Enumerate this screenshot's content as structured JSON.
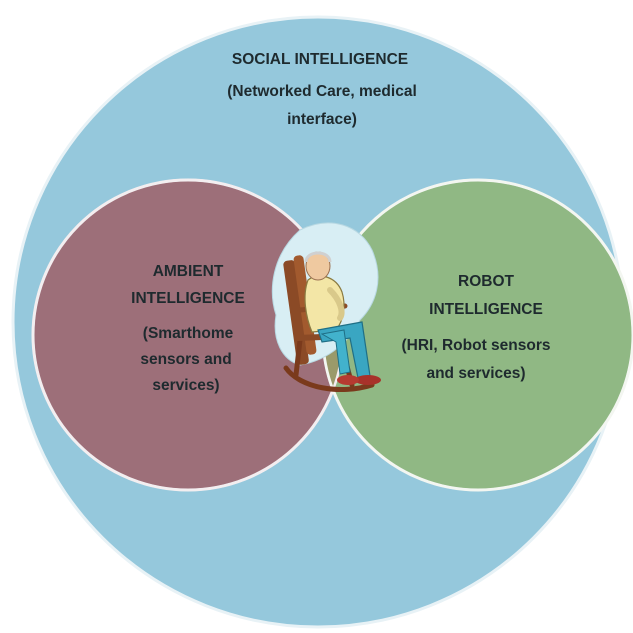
{
  "diagram": {
    "outer": {
      "title": "SOCIAL INTELLIGENCE",
      "subtitle_lines": [
        "(Networked Care, medical",
        "interface)"
      ],
      "color": "#95c8dc"
    },
    "left": {
      "title_lines": [
        "AMBIENT",
        "INTELLIGENCE"
      ],
      "subtitle_lines": [
        "(Smarthome",
        "sensors and",
        "services)"
      ],
      "color": "#9d6f79"
    },
    "right": {
      "title_lines": [
        "ROBOT",
        "INTELLIGENCE"
      ],
      "subtitle_lines": [
        "(HRI, Robot sensors",
        "and services)"
      ],
      "color": "#90b884"
    },
    "overlap_color": "#9a9a6a",
    "center_icon": "elderly-person-rocking-chair-icon"
  }
}
